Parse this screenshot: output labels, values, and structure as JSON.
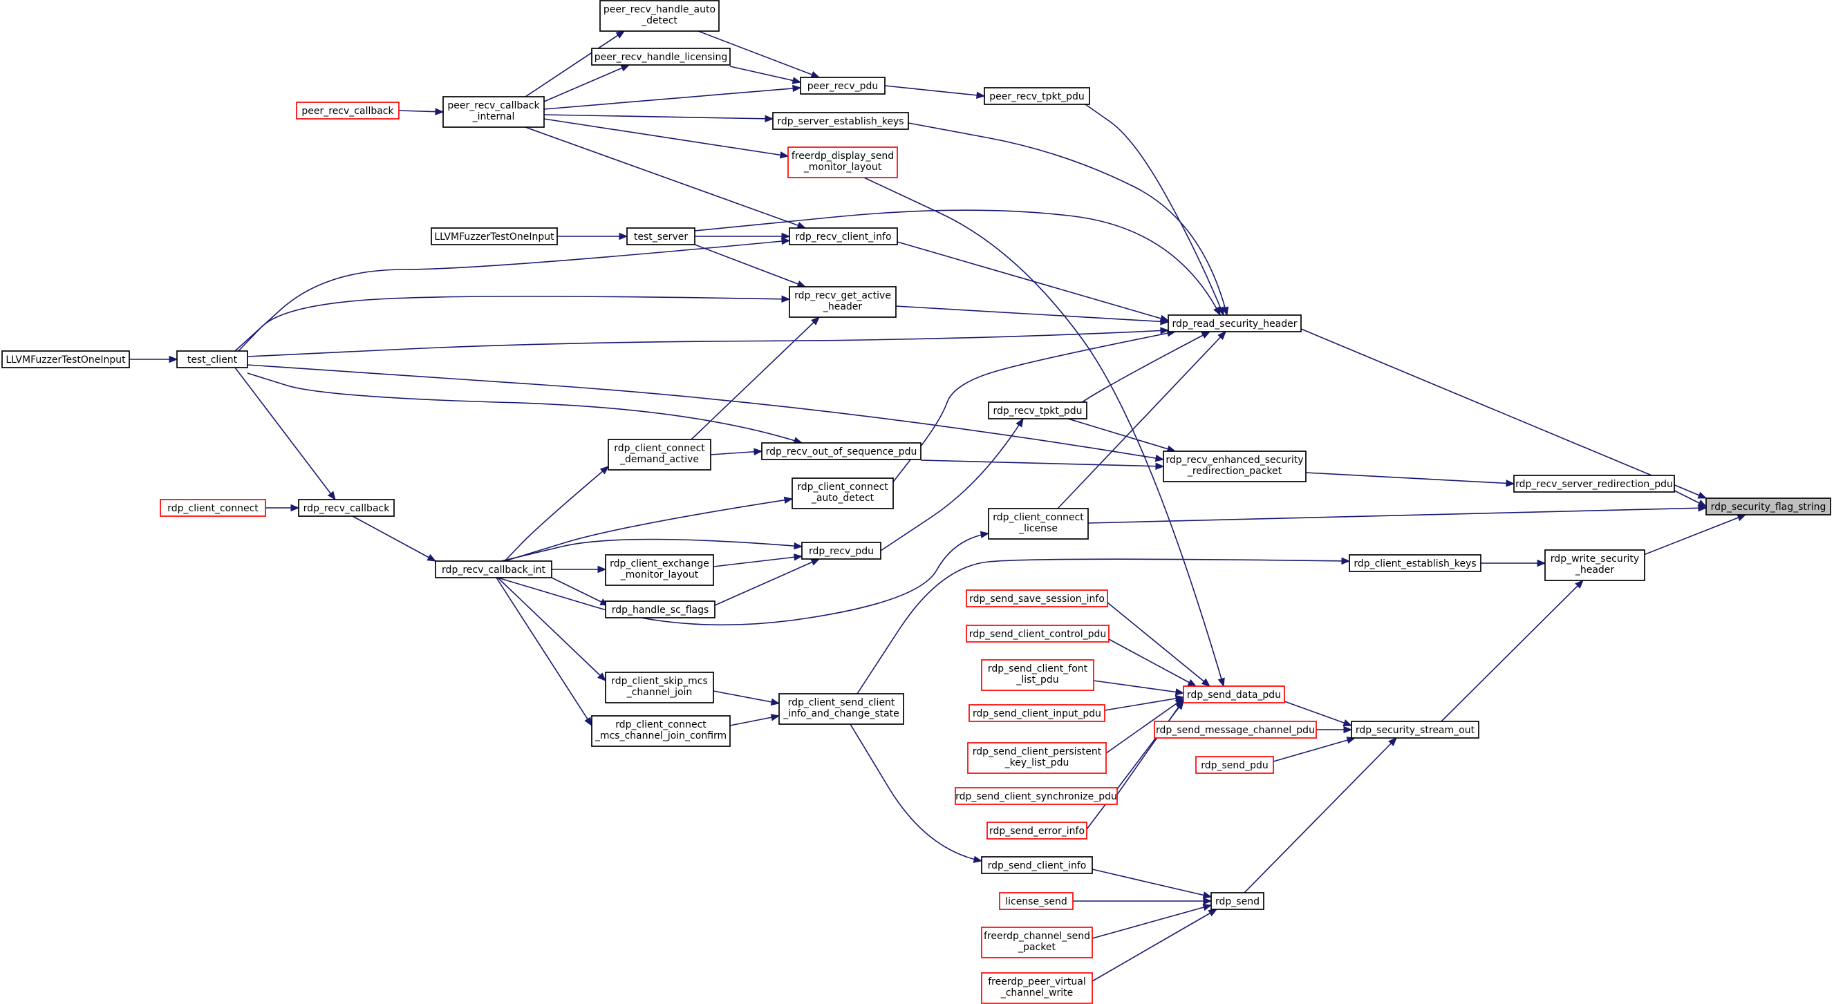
{
  "title": "",
  "colors": {
    "edge": "#191970",
    "node_border": "#000000",
    "truncated_node_border": "#ff0000",
    "current_node_fill": "#bfbfbf"
  },
  "nodes": {
    "n_target": {
      "lines": [
        "rdp_security_flag_string"
      ],
      "style": "current"
    },
    "n_peer_auto": {
      "lines": [
        "peer_recv_handle_auto",
        "_detect"
      ],
      "style": "normal"
    },
    "n_peer_lic": {
      "lines": [
        "peer_recv_handle_licensing"
      ],
      "style": "normal"
    },
    "n_peer_pdu": {
      "lines": [
        "peer_recv_pdu"
      ],
      "style": "normal"
    },
    "n_peer_tpkt": {
      "lines": [
        "peer_recv_tpkt_pdu"
      ],
      "style": "normal"
    },
    "n_peer_cb_int": {
      "lines": [
        "peer_recv_callback",
        "_internal"
      ],
      "style": "normal"
    },
    "n_peer_cb": {
      "lines": [
        "peer_recv_callback"
      ],
      "style": "red"
    },
    "n_srv_keys": {
      "lines": [
        "rdp_server_establish_keys"
      ],
      "style": "normal"
    },
    "n_disp_mon": {
      "lines": [
        "freerdp_display_send",
        "_monitor_layout"
      ],
      "style": "red"
    },
    "n_fuzz_srv": {
      "lines": [
        "LLVMFuzzerTestOneInput"
      ],
      "style": "normal"
    },
    "n_test_srv": {
      "lines": [
        "test_server"
      ],
      "style": "normal"
    },
    "n_client_info": {
      "lines": [
        "rdp_recv_client_info"
      ],
      "style": "normal"
    },
    "n_get_active": {
      "lines": [
        "rdp_recv_get_active",
        "_header"
      ],
      "style": "normal"
    },
    "n_read_sec": {
      "lines": [
        "rdp_read_security_header"
      ],
      "style": "normal"
    },
    "n_fuzz_cli": {
      "lines": [
        "LLVMFuzzerTestOneInput"
      ],
      "style": "normal"
    },
    "n_test_cli": {
      "lines": [
        "test_client"
      ],
      "style": "normal"
    },
    "n_recv_tpkt": {
      "lines": [
        "rdp_recv_tpkt_pdu"
      ],
      "style": "normal"
    },
    "n_demand": {
      "lines": [
        "rdp_client_connect",
        "_demand_active"
      ],
      "style": "normal"
    },
    "n_out_seq": {
      "lines": [
        "rdp_recv_out_of_sequence_pdu"
      ],
      "style": "normal"
    },
    "n_enh_redir": {
      "lines": [
        "rdp_recv_enhanced_security",
        "_redirection_packet"
      ],
      "style": "normal"
    },
    "n_srv_redir": {
      "lines": [
        "rdp_recv_server_redirection_pdu"
      ],
      "style": "normal"
    },
    "n_auto_det": {
      "lines": [
        "rdp_client_connect",
        "_auto_detect"
      ],
      "style": "normal"
    },
    "n_lic": {
      "lines": [
        "rdp_client_connect",
        "_license"
      ],
      "style": "normal"
    },
    "n_cli_connect": {
      "lines": [
        "rdp_client_connect"
      ],
      "style": "red"
    },
    "n_recv_cb": {
      "lines": [
        "rdp_recv_callback"
      ],
      "style": "normal"
    },
    "n_recv_pdu": {
      "lines": [
        "rdp_recv_pdu"
      ],
      "style": "normal"
    },
    "n_cb_int": {
      "lines": [
        "rdp_recv_callback_int"
      ],
      "style": "normal"
    },
    "n_exch_mon": {
      "lines": [
        "rdp_client_exchange",
        "_monitor_layout"
      ],
      "style": "normal"
    },
    "n_sc_flags": {
      "lines": [
        "rdp_handle_sc_flags"
      ],
      "style": "normal"
    },
    "n_cli_keys": {
      "lines": [
        "rdp_client_establish_keys"
      ],
      "style": "normal"
    },
    "n_write_sec": {
      "lines": [
        "rdp_write_security",
        "_header"
      ],
      "style": "normal"
    },
    "n_save_sess": {
      "lines": [
        "rdp_send_save_session_info"
      ],
      "style": "red"
    },
    "n_ctrl_pdu": {
      "lines": [
        "rdp_send_client_control_pdu"
      ],
      "style": "red"
    },
    "n_font": {
      "lines": [
        "rdp_send_client_font",
        "_list_pdu"
      ],
      "style": "red"
    },
    "n_send_data": {
      "lines": [
        "rdp_send_data_pdu"
      ],
      "style": "red"
    },
    "n_input": {
      "lines": [
        "rdp_send_client_input_pdu"
      ],
      "style": "red"
    },
    "n_msg_chan": {
      "lines": [
        "rdp_send_message_channel_pdu"
      ],
      "style": "red"
    },
    "n_stream_out": {
      "lines": [
        "rdp_security_stream_out"
      ],
      "style": "normal"
    },
    "n_persist": {
      "lines": [
        "rdp_send_client_persistent",
        "_key_list_pdu"
      ],
      "style": "red"
    },
    "n_send_pdu": {
      "lines": [
        "rdp_send_pdu"
      ],
      "style": "red"
    },
    "n_skip_mcs": {
      "lines": [
        "rdp_client_skip_mcs",
        "_channel_join"
      ],
      "style": "normal"
    },
    "n_send_state": {
      "lines": [
        "rdp_client_send_client",
        "_info_and_change_state"
      ],
      "style": "normal"
    },
    "n_mcs_join": {
      "lines": [
        "rdp_client_connect",
        "_mcs_channel_join_confirm"
      ],
      "style": "normal"
    },
    "n_sync": {
      "lines": [
        "rdp_send_client_synchronize_pdu"
      ],
      "style": "red"
    },
    "n_err_info": {
      "lines": [
        "rdp_send_error_info"
      ],
      "style": "red"
    },
    "n_send_cinfo": {
      "lines": [
        "rdp_send_client_info"
      ],
      "style": "normal"
    },
    "n_lic_send": {
      "lines": [
        "license_send"
      ],
      "style": "red"
    },
    "n_rdp_send": {
      "lines": [
        "rdp_send"
      ],
      "style": "normal"
    },
    "n_chan_send": {
      "lines": [
        "freerdp_channel_send",
        "_packet"
      ],
      "style": "red"
    },
    "n_peer_vc": {
      "lines": [
        "freerdp_peer_virtual",
        "_channel_write"
      ],
      "style": "red"
    }
  },
  "edges": [
    {
      "from": "n_peer_cb_int",
      "to": "n_peer_cb"
    },
    {
      "from": "n_peer_auto",
      "to": "n_peer_cb_int"
    },
    {
      "from": "n_peer_lic",
      "to": "n_peer_cb_int"
    },
    {
      "from": "n_peer_pdu",
      "to": "n_peer_cb_int"
    },
    {
      "from": "n_srv_keys",
      "to": "n_peer_cb_int"
    },
    {
      "from": "n_disp_mon",
      "to": "n_peer_cb_int"
    },
    {
      "from": "n_client_info",
      "to": "n_peer_cb_int"
    },
    {
      "from": "n_peer_pdu",
      "to": "n_peer_auto"
    },
    {
      "from": "n_peer_pdu",
      "to": "n_peer_lic"
    },
    {
      "from": "n_peer_tpkt",
      "to": "n_peer_pdu"
    },
    {
      "from": "n_read_sec",
      "to": "n_peer_tpkt"
    },
    {
      "from": "n_read_sec",
      "to": "n_srv_keys"
    },
    {
      "from": "n_send_data",
      "to": "n_disp_mon"
    },
    {
      "from": "n_test_srv",
      "to": "n_fuzz_srv"
    },
    {
      "from": "n_client_info",
      "to": "n_test_srv"
    },
    {
      "from": "n_read_sec",
      "to": "n_test_srv"
    },
    {
      "from": "n_get_active",
      "to": "n_test_srv"
    },
    {
      "from": "n_read_sec",
      "to": "n_client_info"
    },
    {
      "from": "n_client_info",
      "to": "n_test_cli"
    },
    {
      "from": "n_read_sec",
      "to": "n_get_active"
    },
    {
      "from": "n_get_active",
      "to": "n_test_cli"
    },
    {
      "from": "n_read_sec",
      "to": "n_test_cli"
    },
    {
      "from": "n_target",
      "to": "n_read_sec"
    },
    {
      "from": "n_test_cli",
      "to": "n_fuzz_cli"
    },
    {
      "from": "n_recv_cb",
      "to": "n_test_cli"
    },
    {
      "from": "n_enh_redir",
      "to": "n_test_cli"
    },
    {
      "from": "n_out_seq",
      "to": "n_test_cli"
    },
    {
      "from": "n_get_active",
      "to": "n_demand"
    },
    {
      "from": "n_read_sec",
      "to": "n_recv_tpkt"
    },
    {
      "from": "n_read_sec",
      "to": "n_auto_det"
    },
    {
      "from": "n_read_sec",
      "to": "n_lic"
    },
    {
      "from": "n_out_seq",
      "to": "n_demand"
    },
    {
      "from": "n_enh_redir",
      "to": "n_out_seq"
    },
    {
      "from": "n_enh_redir",
      "to": "n_recv_tpkt"
    },
    {
      "from": "n_srv_redir",
      "to": "n_enh_redir"
    },
    {
      "from": "n_target",
      "to": "n_srv_redir"
    },
    {
      "from": "n_target",
      "to": "n_lic"
    },
    {
      "from": "n_target",
      "to": "n_write_sec"
    },
    {
      "from": "n_recv_cb",
      "to": "n_cli_connect"
    },
    {
      "from": "n_cb_int",
      "to": "n_recv_cb"
    },
    {
      "from": "n_demand",
      "to": "n_cb_int"
    },
    {
      "from": "n_auto_det",
      "to": "n_cb_int"
    },
    {
      "from": "n_recv_pdu",
      "to": "n_cb_int"
    },
    {
      "from": "n_exch_mon",
      "to": "n_cb_int"
    },
    {
      "from": "n_sc_flags",
      "to": "n_cb_int"
    },
    {
      "from": "n_lic",
      "to": "n_cb_int"
    },
    {
      "from": "n_skip_mcs",
      "to": "n_cb_int"
    },
    {
      "from": "n_mcs_join",
      "to": "n_cb_int"
    },
    {
      "from": "n_recv_tpkt",
      "to": "n_recv_pdu"
    },
    {
      "from": "n_recv_pdu",
      "to": "n_exch_mon"
    },
    {
      "from": "n_recv_pdu",
      "to": "n_sc_flags"
    },
    {
      "from": "n_cli_keys",
      "to": "n_send_state"
    },
    {
      "from": "n_write_sec",
      "to": "n_cli_keys"
    },
    {
      "from": "n_write_sec",
      "to": "n_stream_out"
    },
    {
      "from": "n_send_data",
      "to": "n_save_sess"
    },
    {
      "from": "n_send_data",
      "to": "n_ctrl_pdu"
    },
    {
      "from": "n_send_data",
      "to": "n_font"
    },
    {
      "from": "n_send_data",
      "to": "n_input"
    },
    {
      "from": "n_send_data",
      "to": "n_persist"
    },
    {
      "from": "n_send_data",
      "to": "n_sync"
    },
    {
      "from": "n_send_data",
      "to": "n_err_info"
    },
    {
      "from": "n_stream_out",
      "to": "n_send_data"
    },
    {
      "from": "n_stream_out",
      "to": "n_msg_chan"
    },
    {
      "from": "n_stream_out",
      "to": "n_send_pdu"
    },
    {
      "from": "n_stream_out",
      "to": "n_rdp_send"
    },
    {
      "from": "n_send_state",
      "to": "n_skip_mcs"
    },
    {
      "from": "n_send_state",
      "to": "n_mcs_join"
    },
    {
      "from": "n_send_cinfo",
      "to": "n_send_state"
    },
    {
      "from": "n_rdp_send",
      "to": "n_send_cinfo"
    },
    {
      "from": "n_rdp_send",
      "to": "n_lic_send"
    },
    {
      "from": "n_rdp_send",
      "to": "n_chan_send"
    },
    {
      "from": "n_rdp_send",
      "to": "n_peer_vc"
    }
  ]
}
